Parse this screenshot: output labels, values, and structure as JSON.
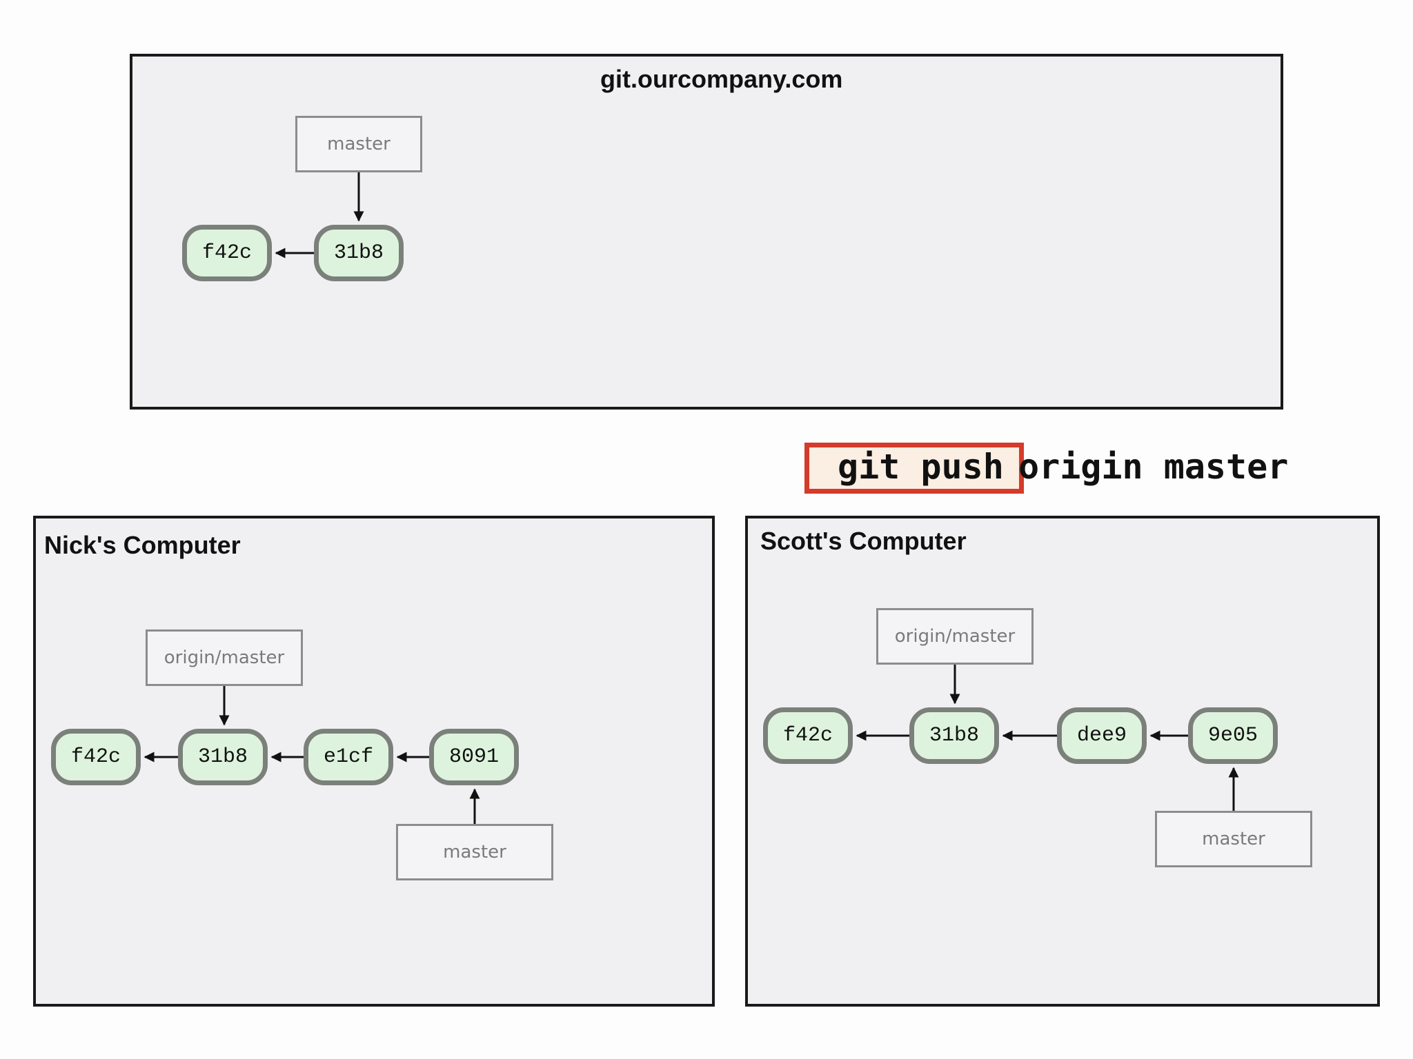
{
  "server": {
    "title": "git.ourcompany.com",
    "commits": [
      "f42c",
      "31b8"
    ],
    "master_label": "master"
  },
  "command": {
    "highlight": "git push",
    "rest": "origin master",
    "highlight_color": "#d43b2a"
  },
  "nick": {
    "title": "Nick's Computer",
    "commits": [
      "f42c",
      "31b8",
      "e1cf",
      "8091"
    ],
    "origin_label": "origin/master",
    "master_label": "master"
  },
  "scott": {
    "title": "Scott's Computer",
    "commits": [
      "f42c",
      "31b8",
      "dee9",
      "9e05"
    ],
    "origin_label": "origin/master",
    "master_label": "master"
  },
  "colors": {
    "commit_fill": "#ddf3dd",
    "commit_border": "#7b807b",
    "panel_fill": "#f0f0f2"
  }
}
